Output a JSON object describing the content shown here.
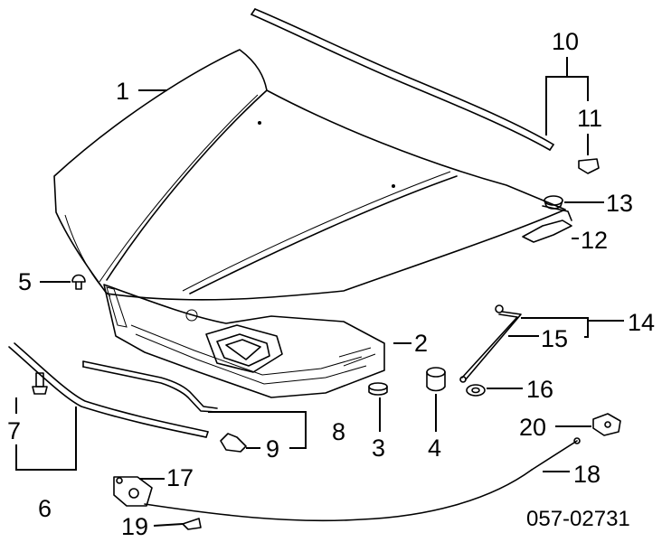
{
  "callouts": {
    "c1": "1",
    "c2": "2",
    "c3": "3",
    "c4": "4",
    "c5": "5",
    "c6": "6",
    "c7": "7",
    "c8": "8",
    "c9": "9",
    "c10": "10",
    "c11": "11",
    "c12": "12",
    "c13": "13",
    "c14": "14",
    "c15": "15",
    "c16": "16",
    "c17": "17",
    "c18": "18",
    "c19": "19",
    "c20": "20"
  },
  "reference_code": "057-02731"
}
